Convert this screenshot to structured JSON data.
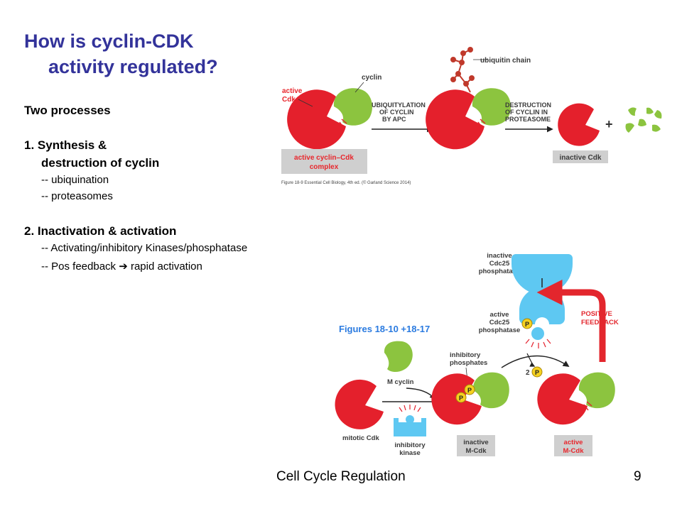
{
  "slide": {
    "title_line1": "How is cyclin-CDK",
    "title_line2": "activity regulated?",
    "subheading": "Two processes",
    "point1_line1": "1. Synthesis &",
    "point1_line2": "destruction of cyclin",
    "point1_sub1": "-- ubiquination",
    "point1_sub2": "-- proteasomes",
    "point2_line1": "2. Inactivation & activation",
    "point2_sub1": "-- Activating/inhibitory Kinases/phosphatase",
    "point2_sub2_a": "-- Pos feedback ",
    "point2_sub2_arrow": "➔",
    "point2_sub2_b": " rapid activation",
    "footer_center": "Cell Cycle Regulation",
    "page_number": "9"
  },
  "figure_top": {
    "label_active": "active",
    "label_cdk": "Cdk",
    "label_cyclin": "cyclin",
    "label_ubiquitin_chain": "ubiquitin chain",
    "step1_line1": "UBIQUITYLATION",
    "step1_line2": "OF CYCLIN",
    "step1_line3": "BY APC",
    "step2_line1": "DESTRUCTION",
    "step2_line2": "OF CYCLIN IN",
    "step2_line3": "PROTEASOME",
    "plus": "+",
    "box1_line1": "active cyclin–Cdk",
    "box1_line2": "complex",
    "box2": "inactive Cdk",
    "caption": "Figure 18-9  Essential Cell Biology, 4th ed. (© Garland Science 2014)"
  },
  "figure_bottom": {
    "figures_label": "Figures 18-10 +18-17",
    "inactive_cdc25_1": "inactive",
    "inactive_cdc25_2": "Cdc25",
    "inactive_cdc25_3": "phosphatase",
    "active_cdc25_1": "active",
    "active_cdc25_2": "Cdc25",
    "active_cdc25_3": "phosphatase",
    "positive_1": "POSITIVE",
    "positive_2": "FEEDBACK",
    "inhib_phos_1": "inhibitory",
    "inhib_phos_2": "phosphates",
    "m_cyclin": "M cyclin",
    "mitotic_cdk": "mitotic Cdk",
    "inhib_kinase_1": "inhibitory",
    "inhib_kinase_2": "kinase",
    "two": "2",
    "p": "P",
    "box_inactive_1": "inactive",
    "box_inactive_2": "M-Cdk",
    "box_active_1": "active",
    "box_active_2": "M-Cdk"
  },
  "colors": {
    "title": "#33339a",
    "cdk_red": "#e4202c",
    "cyclin_green": "#8cc43f",
    "phosphatase_blue": "#5ec8f2",
    "phosphate_yellow": "#f5d11f",
    "label_box_gray": "#cfcfcf",
    "label_red": "#e8262c",
    "feedback_red": "#e3262d"
  }
}
